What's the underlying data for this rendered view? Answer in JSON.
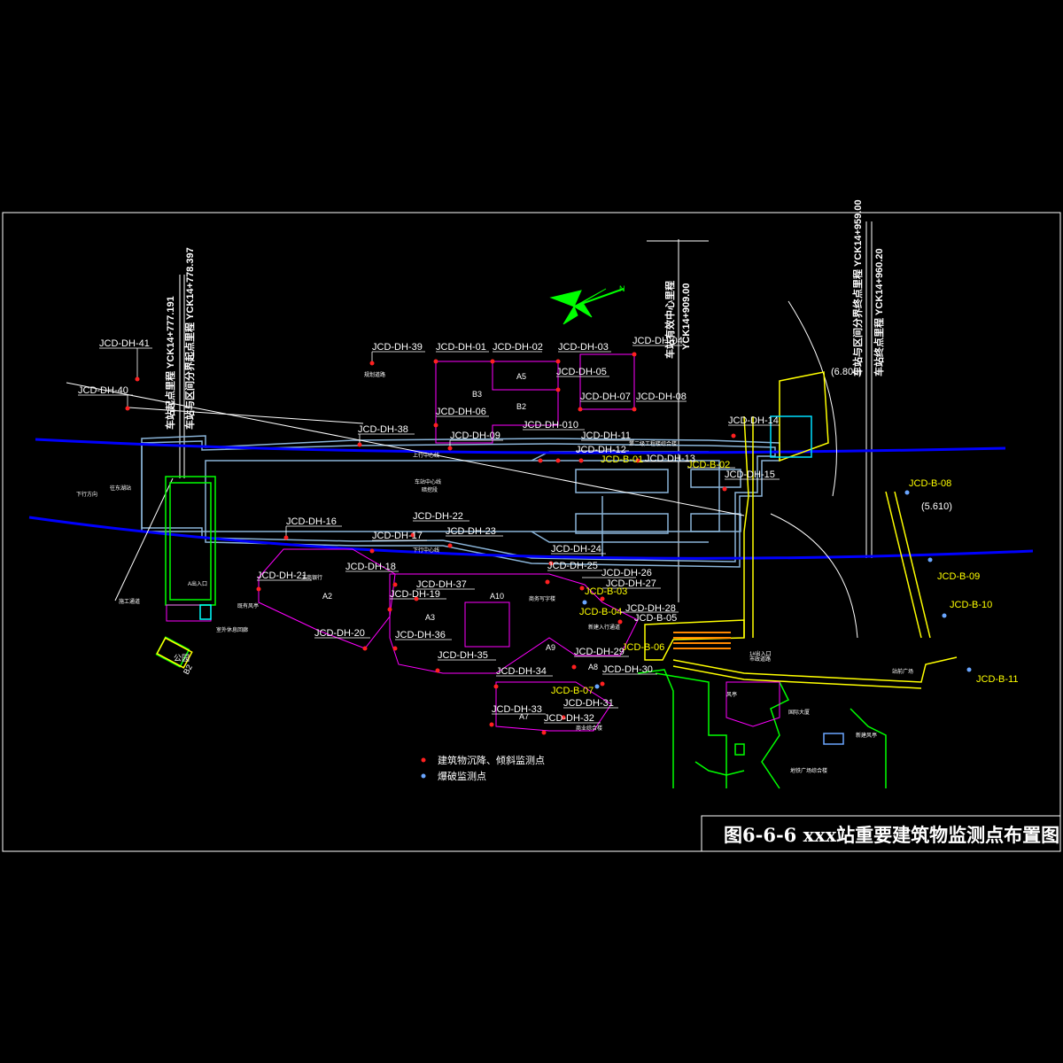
{
  "title": "图6-6-6 xxx站重要建筑物监测点布置图",
  "legend": {
    "building_points": "建筑物沉降、倾斜监测点",
    "blast_points": "爆破监测点"
  },
  "colors": {
    "background": "#000000",
    "frame": "#ffffff",
    "tunnel_line": "#0000ff",
    "station_outline": "#8ab4d8",
    "building_outline": "#ff00ff",
    "structure": "#00ff00",
    "yellow_structure": "#ffff00",
    "monitor_point": "#ff0000",
    "blast_point": "#6aa6ff",
    "north_arrow": "#00ff00"
  },
  "icons": {
    "north": "north-arrow-icon"
  },
  "mileage": {
    "start_mileage": "车站起点里程 YCK14+777.191",
    "section_boundary_start": "车站与区间分界起点里程 YCK14+778.397",
    "center_mileage": "车站有效中心里程",
    "center_value": "YCK14+909.00",
    "section_boundary_end": "车站与区间分界终点里程 YCK14+959.00",
    "end_mileage": "车站终点里程 YCK14+960.20"
  },
  "elevations": {
    "e1": "(6.800)",
    "e2": "(5.610)"
  },
  "area_labels": {
    "b3": "B3",
    "a5": "A5",
    "b2": "B2",
    "a2": "A2",
    "a9": "A9",
    "a10": "A10",
    "a8": "A8",
    "a3": "A3",
    "a7": "A7",
    "park": "公园",
    "park_code": "B2"
  },
  "small_labels": {
    "s1": "往东湖站",
    "s2": "下行方向",
    "s3": "暗挖段",
    "s4": "规划道路",
    "s5": "工商银行",
    "s6": "上行中心线",
    "s7": "下行中心线",
    "s8": "商务写字楼",
    "s9": "室外休息回廊",
    "s10": "A出入口",
    "s11": "新建入行通道",
    "s12": "施工通道",
    "s13": "风亭",
    "s14": "地铁广场综合楼",
    "s15": "第二级工程楼综合楼",
    "s16": "商业综合楼",
    "s17": "1#出入口",
    "s18": "既有风亭",
    "s19": "站前广场",
    "s20": "国际大厦",
    "s21": "新建风亭",
    "s22": "市政道路",
    "s23": "车站中心线"
  },
  "points": {
    "dh41": "JCD-DH-41",
    "dh40": "JCD-DH-40",
    "dh39": "JCD-DH-39",
    "dh01": "JCD-DH-01",
    "dh02": "JCD-DH-02",
    "dh03": "JCD-DH-03",
    "dh04": "JCD-DH-04",
    "dh05": "JCD-DH-05",
    "dh06": "JCD-DH-06",
    "dh07": "JCD-DH-07",
    "dh08": "JCD-DH-08",
    "dh09": "JCD-DH-09",
    "dh010": "JCD-DH-010",
    "dh11": "JCD-DH-11",
    "dh12": "JCD-DH-12",
    "dh13": "JCD-DH-13",
    "dh14": "JCD-DH-14",
    "dh15": "JCD-DH-15",
    "dh16": "JCD-DH-16",
    "dh17": "JCD-DH-17",
    "dh18": "JCD-DH-18",
    "dh19": "JCD-DH-19",
    "dh20": "JCD-DH-20",
    "dh21": "JCD-DH-21",
    "dh22": "JCD-DH-22",
    "dh23": "JCD-DH-23",
    "dh24": "JCD-DH-24",
    "dh25": "JCD-DH-25",
    "dh26": "JCD-DH-26",
    "dh27": "JCD-DH-27",
    "dh28": "JCD-DH-28",
    "dh29": "JCD-DH-29",
    "dh30": "JCD-DH-30",
    "dh31": "JCD-DH-31",
    "dh32": "JCD-DH-32",
    "dh33": "JCD-DH-33",
    "dh34": "JCD-DH-34",
    "dh35": "JCD-DH-35",
    "dh36": "JCD-DH-36",
    "dh37": "JCD-DH-37",
    "dh38": "JCD-DH-38",
    "b01": "JCD-B-01",
    "b02": "JCD-B-02",
    "b03": "JCD-B-03",
    "b04": "JCD-B-04",
    "b05": "JCD-B-05",
    "b06": "JCD-B-06",
    "b07": "JCD-B-07",
    "b08": "JCD-B-08",
    "b09": "JCD-B-09",
    "b10": "JCD-B-10",
    "b11": "JCD-B-11"
  }
}
